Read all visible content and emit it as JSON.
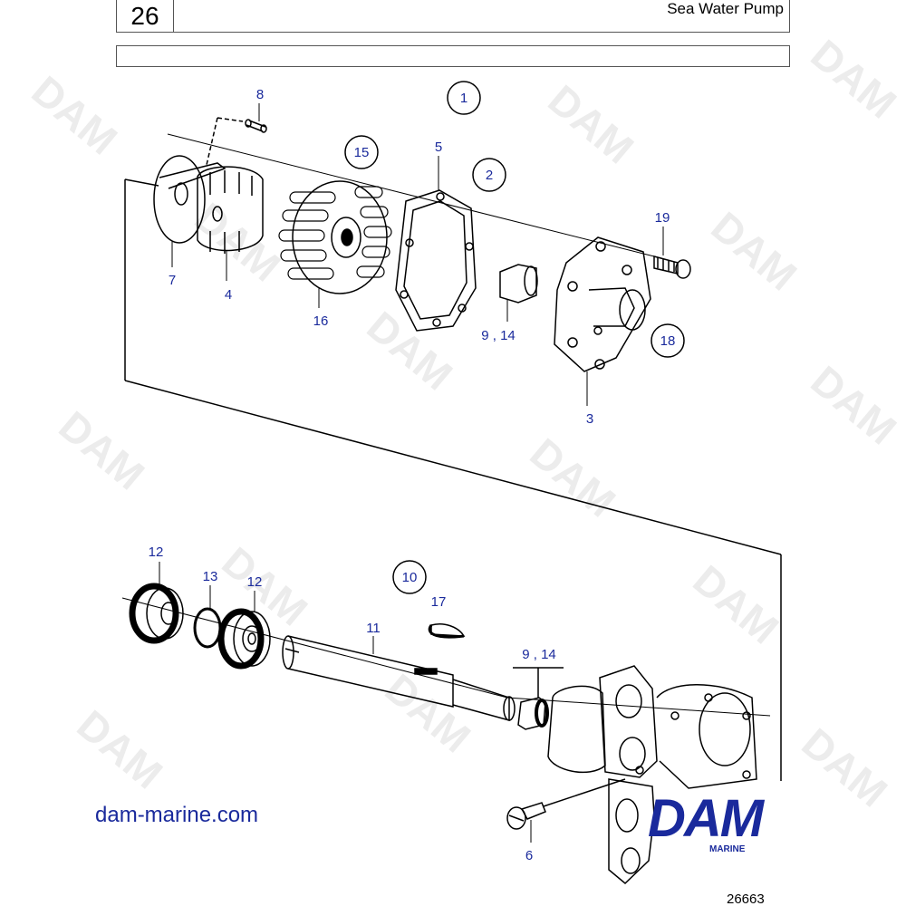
{
  "header": {
    "page_number": "26",
    "title": "Sea Water Pump"
  },
  "watermark": "DAM",
  "callouts": {
    "c1": "1",
    "c2": "2",
    "c15": "15",
    "c18": "18",
    "c10": "10"
  },
  "labels": {
    "p8": "8",
    "p5": "5",
    "p19": "19",
    "p7": "7",
    "p4": "4",
    "p16": "16",
    "p9_14_top": "9 , 14",
    "p3": "3",
    "p12a": "12",
    "p13": "13",
    "p12b": "12",
    "p17": "17",
    "p11": "11",
    "p9_14_bottom": "9 , 14",
    "p6": "6"
  },
  "footer": {
    "website": "dam-marine.com",
    "brand": "DAM",
    "brand_sub": "MARINE",
    "diagram_number": "26663"
  },
  "colors": {
    "label_blue": "#1a2a9c",
    "line": "#000000",
    "watermark": "#ececec"
  }
}
